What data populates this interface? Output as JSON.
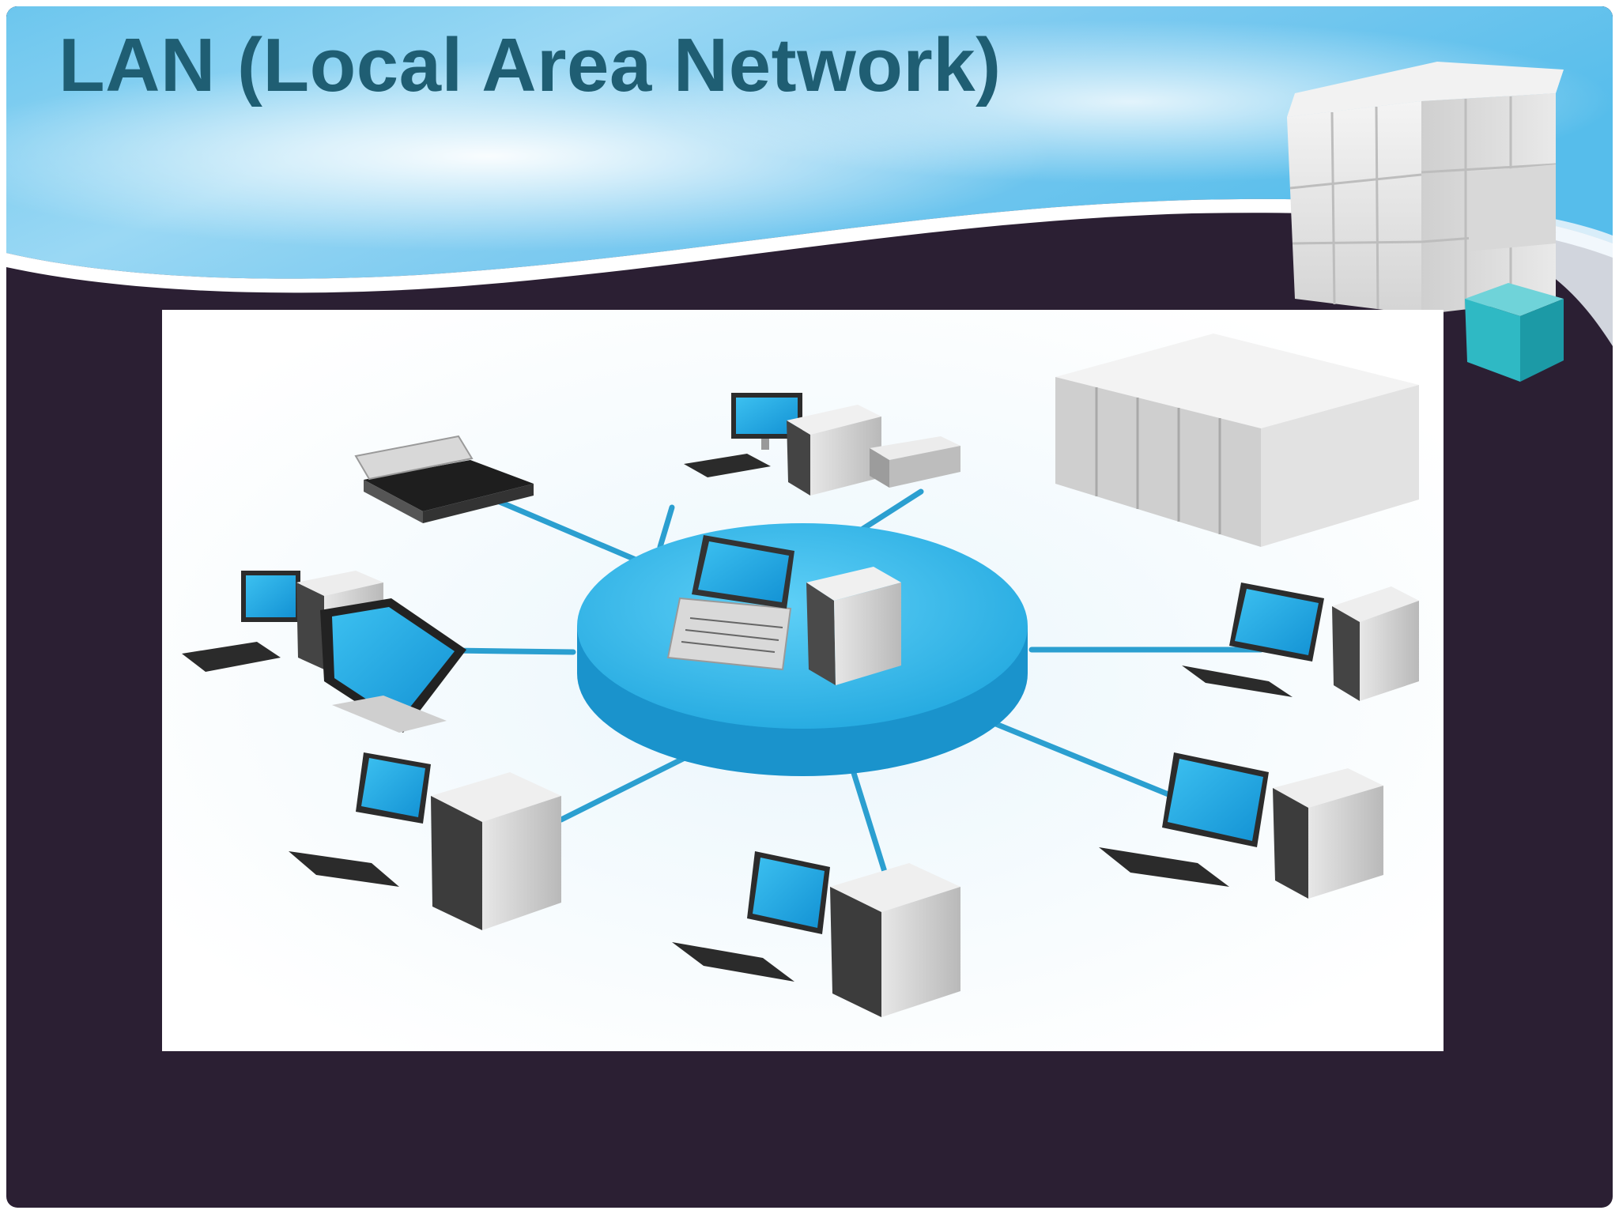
{
  "slide": {
    "title": "LAN (Local Area Network)"
  },
  "diagram": {
    "hub_color": "#2fb2e6",
    "link_color": "#2b9fd0",
    "screen_color": "#1aa7e6",
    "nodes": [
      {
        "name": "scanner",
        "icon": "scanner-icon"
      },
      {
        "name": "desktop-with-router",
        "icon": "desktop-computer-icon"
      },
      {
        "name": "server-rack",
        "icon": "server-rack-icon"
      },
      {
        "name": "desktop-with-tablet",
        "icon": "desktop-computer-icon"
      },
      {
        "name": "desktop-right",
        "icon": "desktop-computer-icon"
      },
      {
        "name": "desktop-lower-left",
        "icon": "desktop-computer-icon"
      },
      {
        "name": "desktop-lower-right",
        "icon": "desktop-computer-icon"
      },
      {
        "name": "desktop-bottom",
        "icon": "desktop-computer-icon"
      }
    ],
    "hub": {
      "name": "central-hub",
      "icon": "laptop-icon"
    }
  }
}
